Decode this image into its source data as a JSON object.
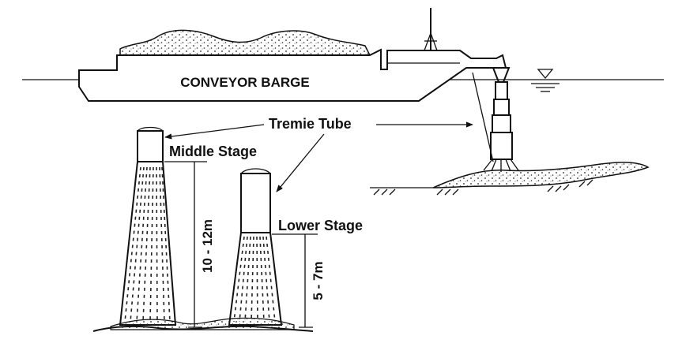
{
  "labels": {
    "barge": "CONVEYOR BARGE",
    "tremie": "Tremie Tube",
    "middle_stage": "Middle Stage",
    "lower_stage": "Lower Stage",
    "height_middle": "10 - 12m",
    "height_lower": "5 - 7m"
  },
  "colors": {
    "ink": "#111111",
    "background": "#ffffff"
  }
}
